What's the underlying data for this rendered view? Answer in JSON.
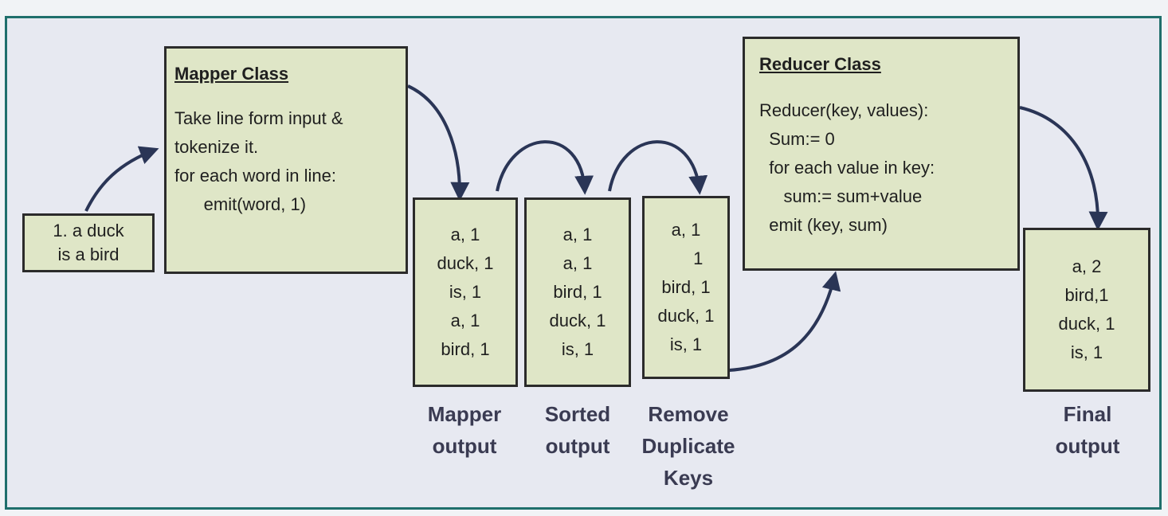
{
  "input_box": {
    "lines": [
      "1. a duck",
      "is a bird"
    ]
  },
  "mapper": {
    "title": "Mapper Class",
    "lines": [
      "Take line form input &",
      "tokenize it.",
      "",
      "for each word in line:",
      "      emit(word, 1)"
    ]
  },
  "mapper_output": {
    "lines": [
      "a, 1",
      "duck, 1",
      "is, 1",
      "a, 1",
      "bird, 1"
    ],
    "label": [
      "Mapper",
      "output"
    ]
  },
  "sorted_output": {
    "lines": [
      "a, 1",
      "a, 1",
      "bird, 1",
      "duck, 1",
      "is, 1"
    ],
    "label": [
      "Sorted",
      "output"
    ]
  },
  "remove_dup": {
    "lines": [
      "a, 1",
      "     1",
      "bird, 1",
      "duck, 1",
      "is, 1"
    ],
    "label": [
      "Remove",
      "Duplicate",
      "Keys"
    ]
  },
  "reducer": {
    "title": "Reducer Class",
    "lines": [
      "Reducer(key, values):",
      "  Sum:= 0",
      "  for each value in key:",
      "     sum:= sum+value",
      "  emit (key, sum)"
    ]
  },
  "final_output": {
    "lines": [
      "a, 2",
      "bird,1",
      "duck, 1",
      "is, 1"
    ],
    "label": [
      "Final",
      "output"
    ]
  },
  "colors": {
    "box_fill": "#dfe6c7",
    "border": "#2b2b2b",
    "arrow": "#2a3556",
    "frame": "#1f6f6c"
  }
}
